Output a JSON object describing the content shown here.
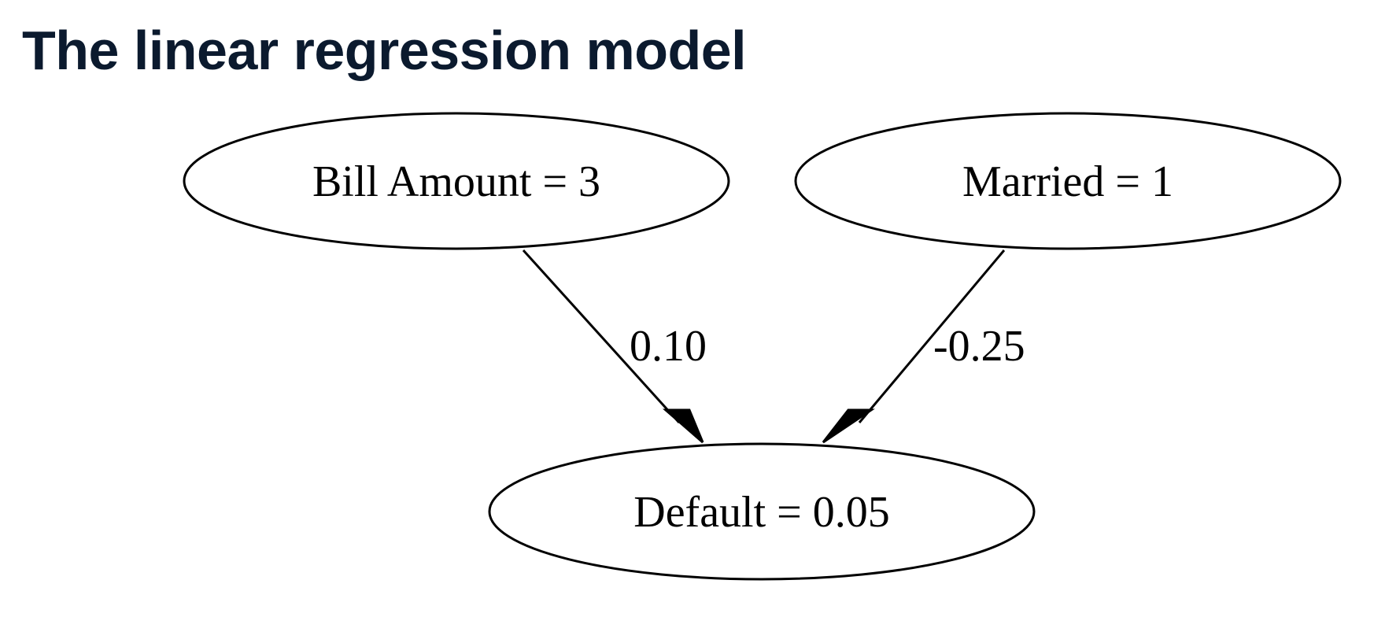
{
  "title": "The linear regression model",
  "diagram": {
    "nodes": {
      "bill_amount": "Bill Amount = 3",
      "married": "Married = 1",
      "default": "Default = 0.05"
    },
    "edges": {
      "bill_to_default": "0.10",
      "married_to_default": "-0.25"
    },
    "colors": {
      "title": "#0b1a2e",
      "stroke": "#000000",
      "background": "#ffffff"
    }
  }
}
